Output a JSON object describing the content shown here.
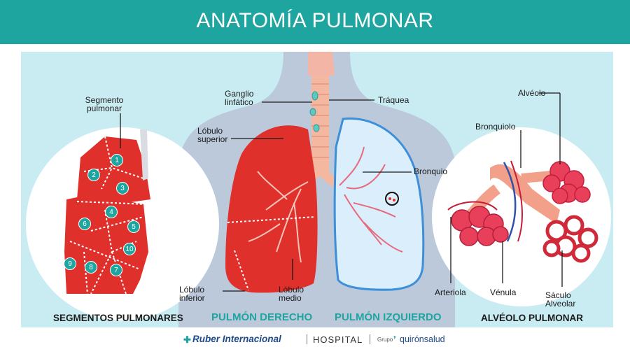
{
  "title": "ANATOMÍA PULMONAR",
  "labels": {
    "segmento_pulmonar": [
      "Segmento",
      "pulmonar"
    ],
    "ganglio_linfatico": [
      "Ganglio",
      "linfático"
    ],
    "traquea": "Tráquea",
    "lobulo_superior": [
      "Lóbulo",
      "superior"
    ],
    "bronquio": "Bronquio",
    "lobulo_inferior": [
      "Lóbulo",
      "inferior"
    ],
    "lobulo_medio": [
      "Lóbulo",
      "medio"
    ],
    "alveolo": "Alvéolo",
    "bronquiolo": "Bronquiolo",
    "arteriola": "Arteriola",
    "venula": "Vénula",
    "saculo_alveolar": [
      "Sáculo",
      "Alveolar"
    ]
  },
  "segments": [
    "1",
    "2",
    "3",
    "4",
    "5",
    "6",
    "10",
    "9",
    "8",
    "7"
  ],
  "sections": {
    "segmentos": "SEGMENTOS PULMONARES",
    "derecho": "PULMÓN DERECHO",
    "izquierdo": "PULMÓN IZQUIERDO",
    "alveolo": "ALVÉOLO PULMONAR"
  },
  "footer": {
    "ruber": "Ruber Internacional",
    "hospital": "HOSPITAL",
    "grupo": "Grupo",
    "quiron": "quirónsalud"
  },
  "colors": {
    "header": "#1ea5a0",
    "panel": "#c9ecf3",
    "lung_red": "#e0302b",
    "lung_blue": "#3d8fd9",
    "segment_badge": "#1ea5a0",
    "brand_blue": "#1f4a8a"
  }
}
